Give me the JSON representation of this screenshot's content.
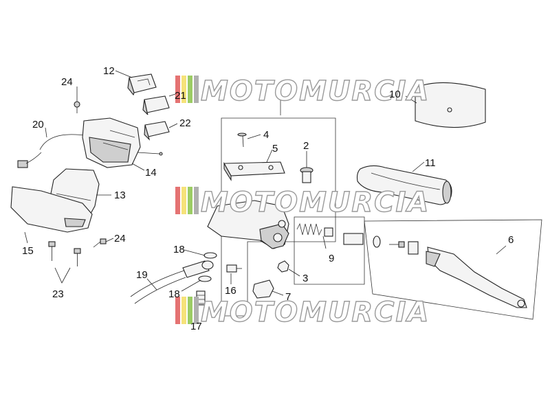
{
  "callouts": {
    "c2": "2",
    "c3": "3",
    "c4": "4",
    "c5": "5",
    "c6": "6",
    "c7": "7",
    "c9": "9",
    "c10": "10",
    "c11": "11",
    "c12": "12",
    "c13": "13",
    "c14": "14",
    "c15": "15",
    "c16": "16",
    "c17": "17",
    "c18a": "18",
    "c18b": "18",
    "c19": "19",
    "c20": "20",
    "c21": "21",
    "c22": "22",
    "c23": "23",
    "c24a": "24",
    "c24b": "24"
  },
  "watermark": {
    "text": "MOTOMURCIA",
    "stripe_colors": [
      "#e57373",
      "#f6e27a",
      "#9ccc65",
      "#b0b0b0"
    ]
  },
  "colors": {
    "line": "#222222",
    "background": "#ffffff"
  }
}
